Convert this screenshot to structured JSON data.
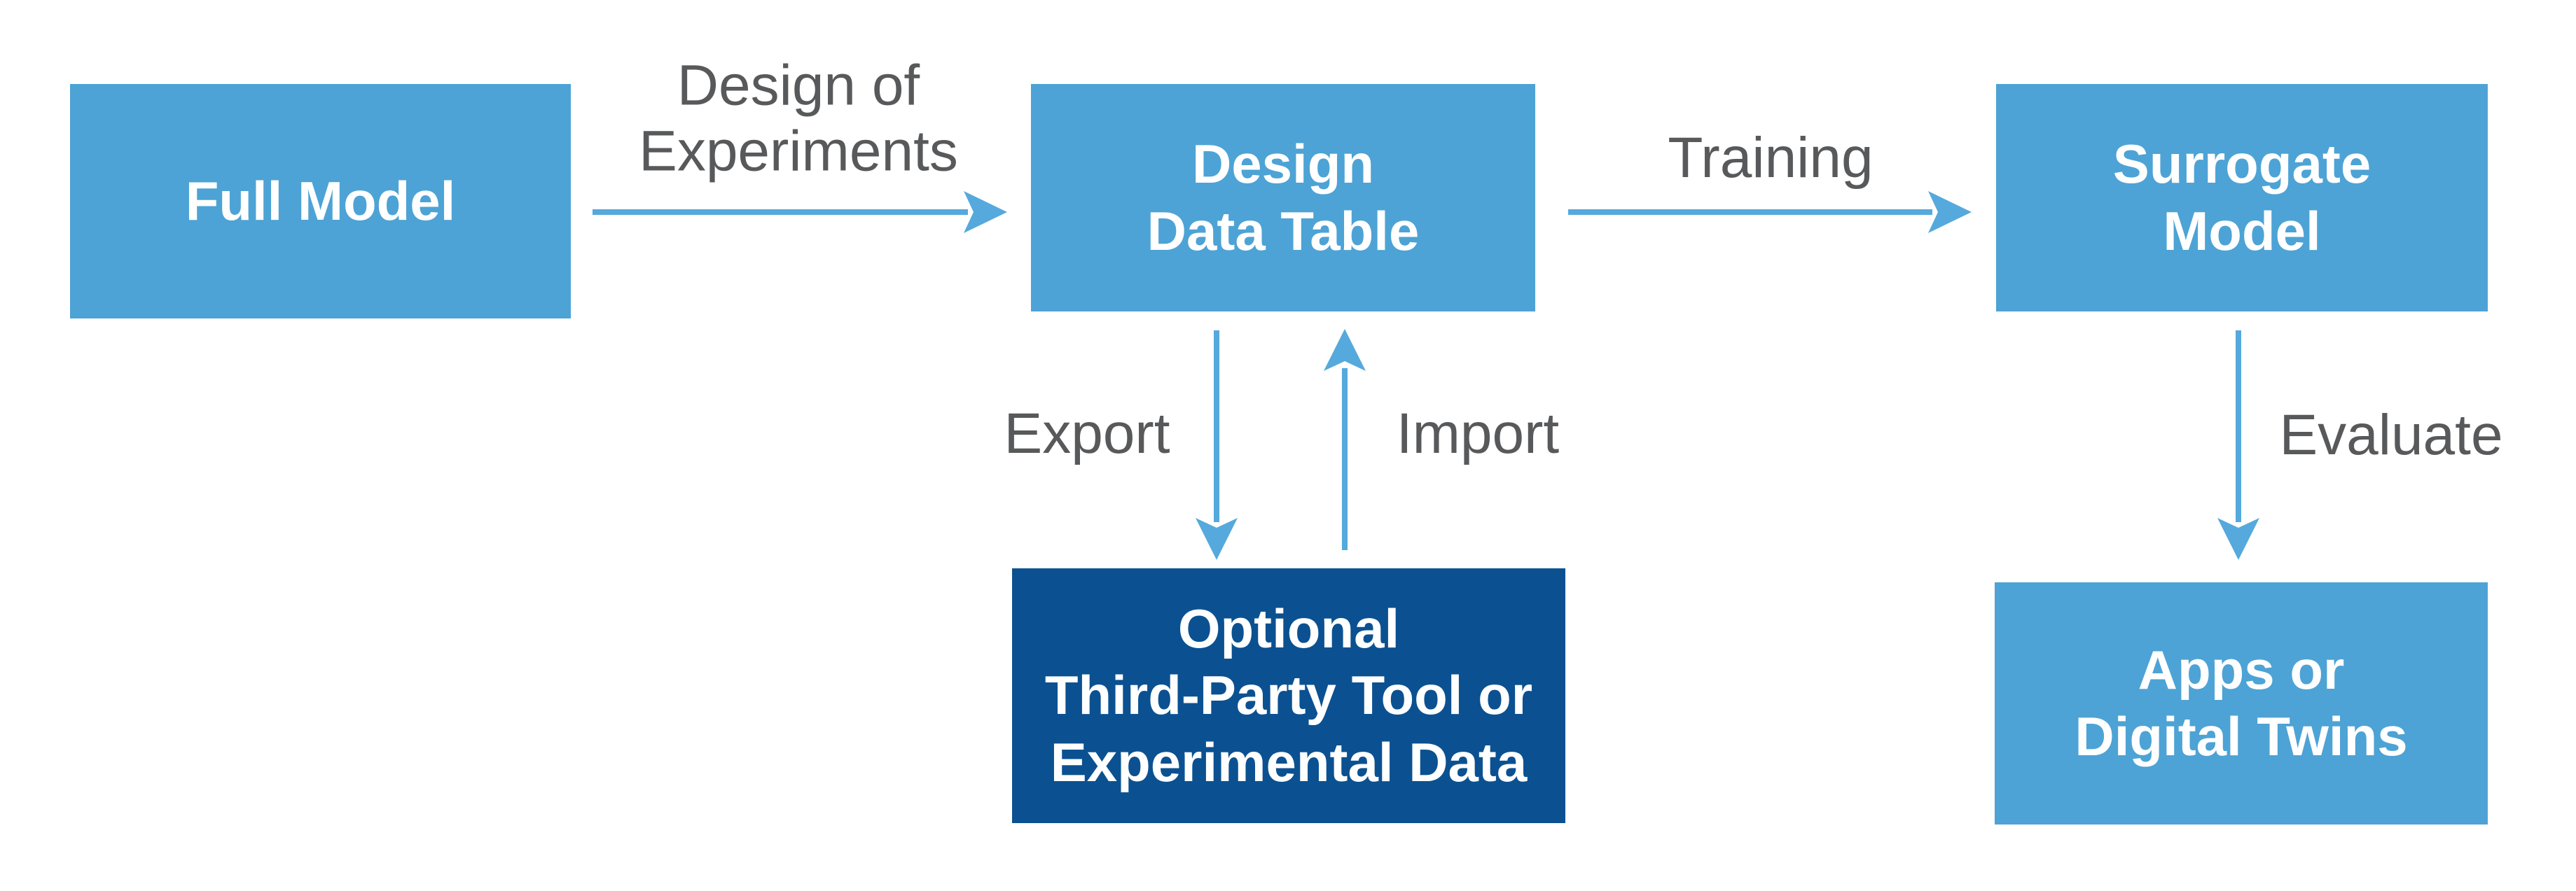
{
  "diagram": {
    "background": "#FFFFFF",
    "colors": {
      "box_light": "#4DA3D5",
      "box_dark": "#0B5191",
      "box_text": "#FFFFFF",
      "label_text": "#58595B",
      "arrow": "#55A9DC"
    },
    "nodes": [
      {
        "id": "full-model",
        "style": "light",
        "lines": [
          "Full Model"
        ]
      },
      {
        "id": "design-data-table",
        "style": "light",
        "lines": [
          "Design",
          "Data Table"
        ]
      },
      {
        "id": "surrogate-model",
        "style": "light",
        "lines": [
          "Surrogate",
          "Model"
        ]
      },
      {
        "id": "third-party-tool",
        "style": "dark",
        "lines": [
          "Optional",
          "Third-Party Tool or",
          "Experimental Data"
        ]
      },
      {
        "id": "apps-digital-twins",
        "style": "light",
        "lines": [
          "Apps or",
          "Digital Twins"
        ]
      }
    ],
    "edges": [
      {
        "id": "design-of-experiments",
        "from": "full-model",
        "to": "design-data-table",
        "direction": "right",
        "label_lines": [
          "Design of",
          "Experiments"
        ]
      },
      {
        "id": "training",
        "from": "design-data-table",
        "to": "surrogate-model",
        "direction": "right",
        "label_lines": [
          "Training"
        ]
      },
      {
        "id": "export",
        "from": "design-data-table",
        "to": "third-party-tool",
        "direction": "down",
        "label_lines": [
          "Export"
        ]
      },
      {
        "id": "import",
        "from": "third-party-tool",
        "to": "design-data-table",
        "direction": "up",
        "label_lines": [
          "Import"
        ]
      },
      {
        "id": "evaluate",
        "from": "surrogate-model",
        "to": "apps-digital-twins",
        "direction": "down",
        "label_lines": [
          "Evaluate"
        ]
      }
    ]
  }
}
